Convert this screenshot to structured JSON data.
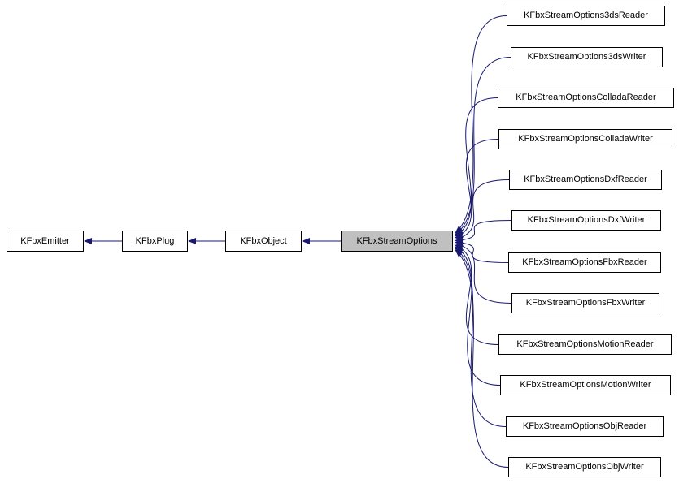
{
  "diagram": {
    "type": "class-inheritance-graph",
    "edge_color": "#191970",
    "node_border_color": "#000000",
    "node_fill": "#ffffff",
    "highlight_fill": "#c0c0c0",
    "base_chain": [
      {
        "label": "KFbxEmitter"
      },
      {
        "label": "KFbxPlug"
      },
      {
        "label": "KFbxObject"
      },
      {
        "label": "KFbxStreamOptions",
        "highlighted": true
      }
    ],
    "derived_classes": [
      {
        "label": "KFbxStreamOptions3dsReader"
      },
      {
        "label": "KFbxStreamOptions3dsWriter"
      },
      {
        "label": "KFbxStreamOptionsColladaReader"
      },
      {
        "label": "KFbxStreamOptionsColladaWriter"
      },
      {
        "label": "KFbxStreamOptionsDxfReader"
      },
      {
        "label": "KFbxStreamOptionsDxfWriter"
      },
      {
        "label": "KFbxStreamOptionsFbxReader"
      },
      {
        "label": "KFbxStreamOptionsFbxWriter"
      },
      {
        "label": "KFbxStreamOptionsMotionReader"
      },
      {
        "label": "KFbxStreamOptionsMotionWriter"
      },
      {
        "label": "KFbxStreamOptionsObjReader"
      },
      {
        "label": "KFbxStreamOptionsObjWriter"
      }
    ]
  }
}
